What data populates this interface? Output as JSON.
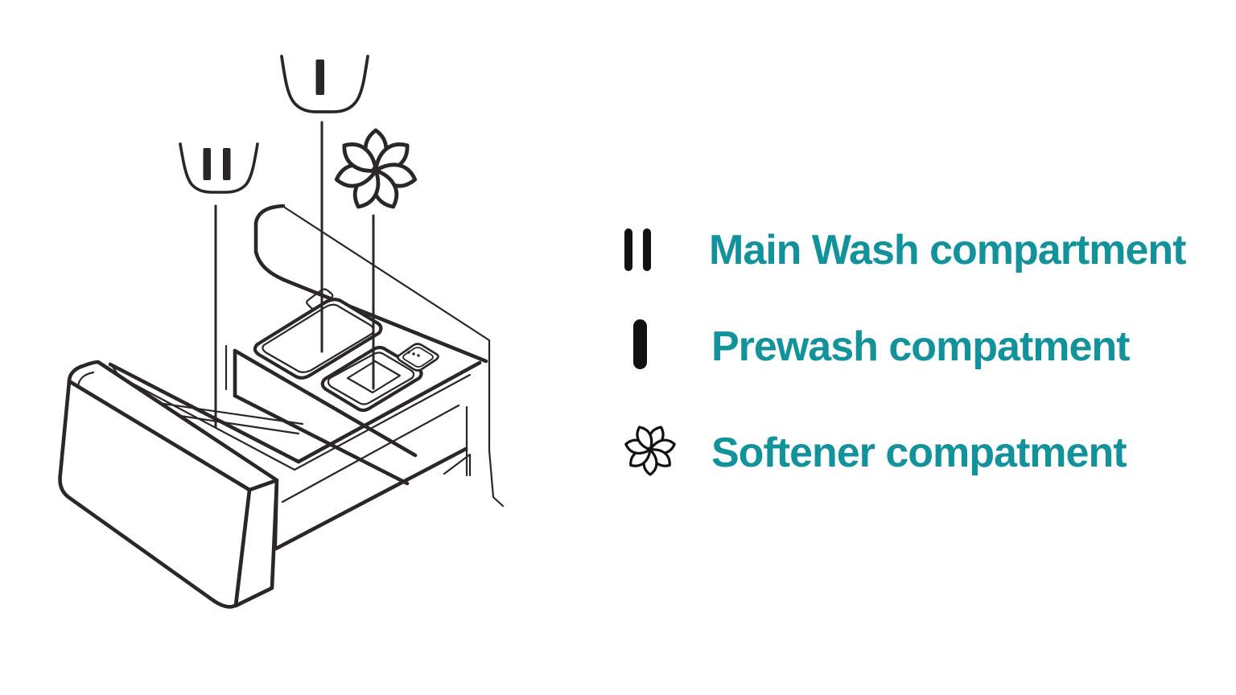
{
  "legend": {
    "text_color": "#12929A",
    "symbol_color": "#111111",
    "items": [
      {
        "id": "main-wash",
        "symbol": "two-bars-icon",
        "label": "Main Wash compartment"
      },
      {
        "id": "prewash",
        "symbol": "one-bar-icon",
        "label": "Prewash compatment"
      },
      {
        "id": "softener",
        "symbol": "flower-icon",
        "label": "Softener compatment"
      }
    ]
  },
  "diagram": {
    "description": "Isometric line drawing of a washing machine detergent drawer pulled out of the housing",
    "line_color": "#2b2728",
    "background": "#ffffff",
    "symbols": [
      {
        "name": "two-bars-cup-symbol",
        "meaning": "Main Wash compartment"
      },
      {
        "name": "one-bar-cup-symbol",
        "meaning": "Prewash compartment"
      },
      {
        "name": "seven-petal-flower-symbol",
        "meaning": "Softener compartment"
      }
    ]
  }
}
